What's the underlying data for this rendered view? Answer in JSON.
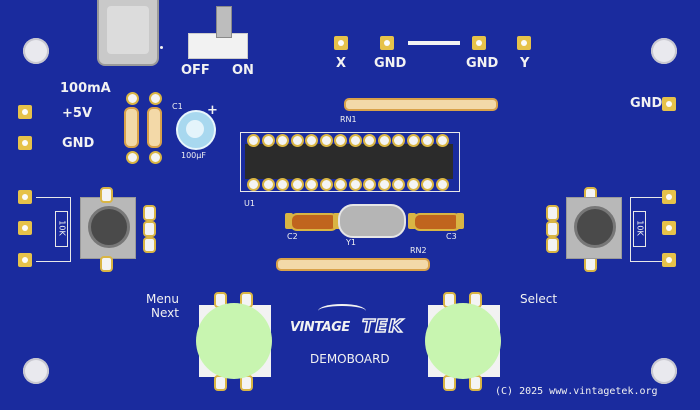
{
  "colors": {
    "board": "#1a2b9e",
    "silkscreen": "#f2f2f2",
    "pad": "#e6c24a",
    "button": "#c8f5b0",
    "chip": "#2b2b2b",
    "resistor": "#f3d9a8",
    "smd_cap": "#c0641e",
    "capacitor": "#a8d8ef"
  },
  "labels": {
    "switch_off": "OFF",
    "switch_on": "ON",
    "header_x": "X",
    "header_gnd_left": "GND",
    "header_gnd_right": "GND",
    "header_y": "Y",
    "current": "100mA",
    "plus5v": "+5V",
    "gnd_left": "GND",
    "gnd_right": "GND",
    "c1": "C1",
    "c1_polarity": "+",
    "c1_value": "100µF",
    "rn1": "RN1",
    "rn2": "RN2",
    "u1": "U1",
    "c2": "C2",
    "y1": "Y1",
    "c3": "C3",
    "pot_left": "10K",
    "pot_right": "10K",
    "button_left": "Menu\nNext",
    "button_right": "Select",
    "brand_vintage": "VINTAGE",
    "brand_tek": "TEK",
    "board_name": "DEMOBOARD",
    "copyright": "(C) 2025 www.vintagetek.org"
  }
}
